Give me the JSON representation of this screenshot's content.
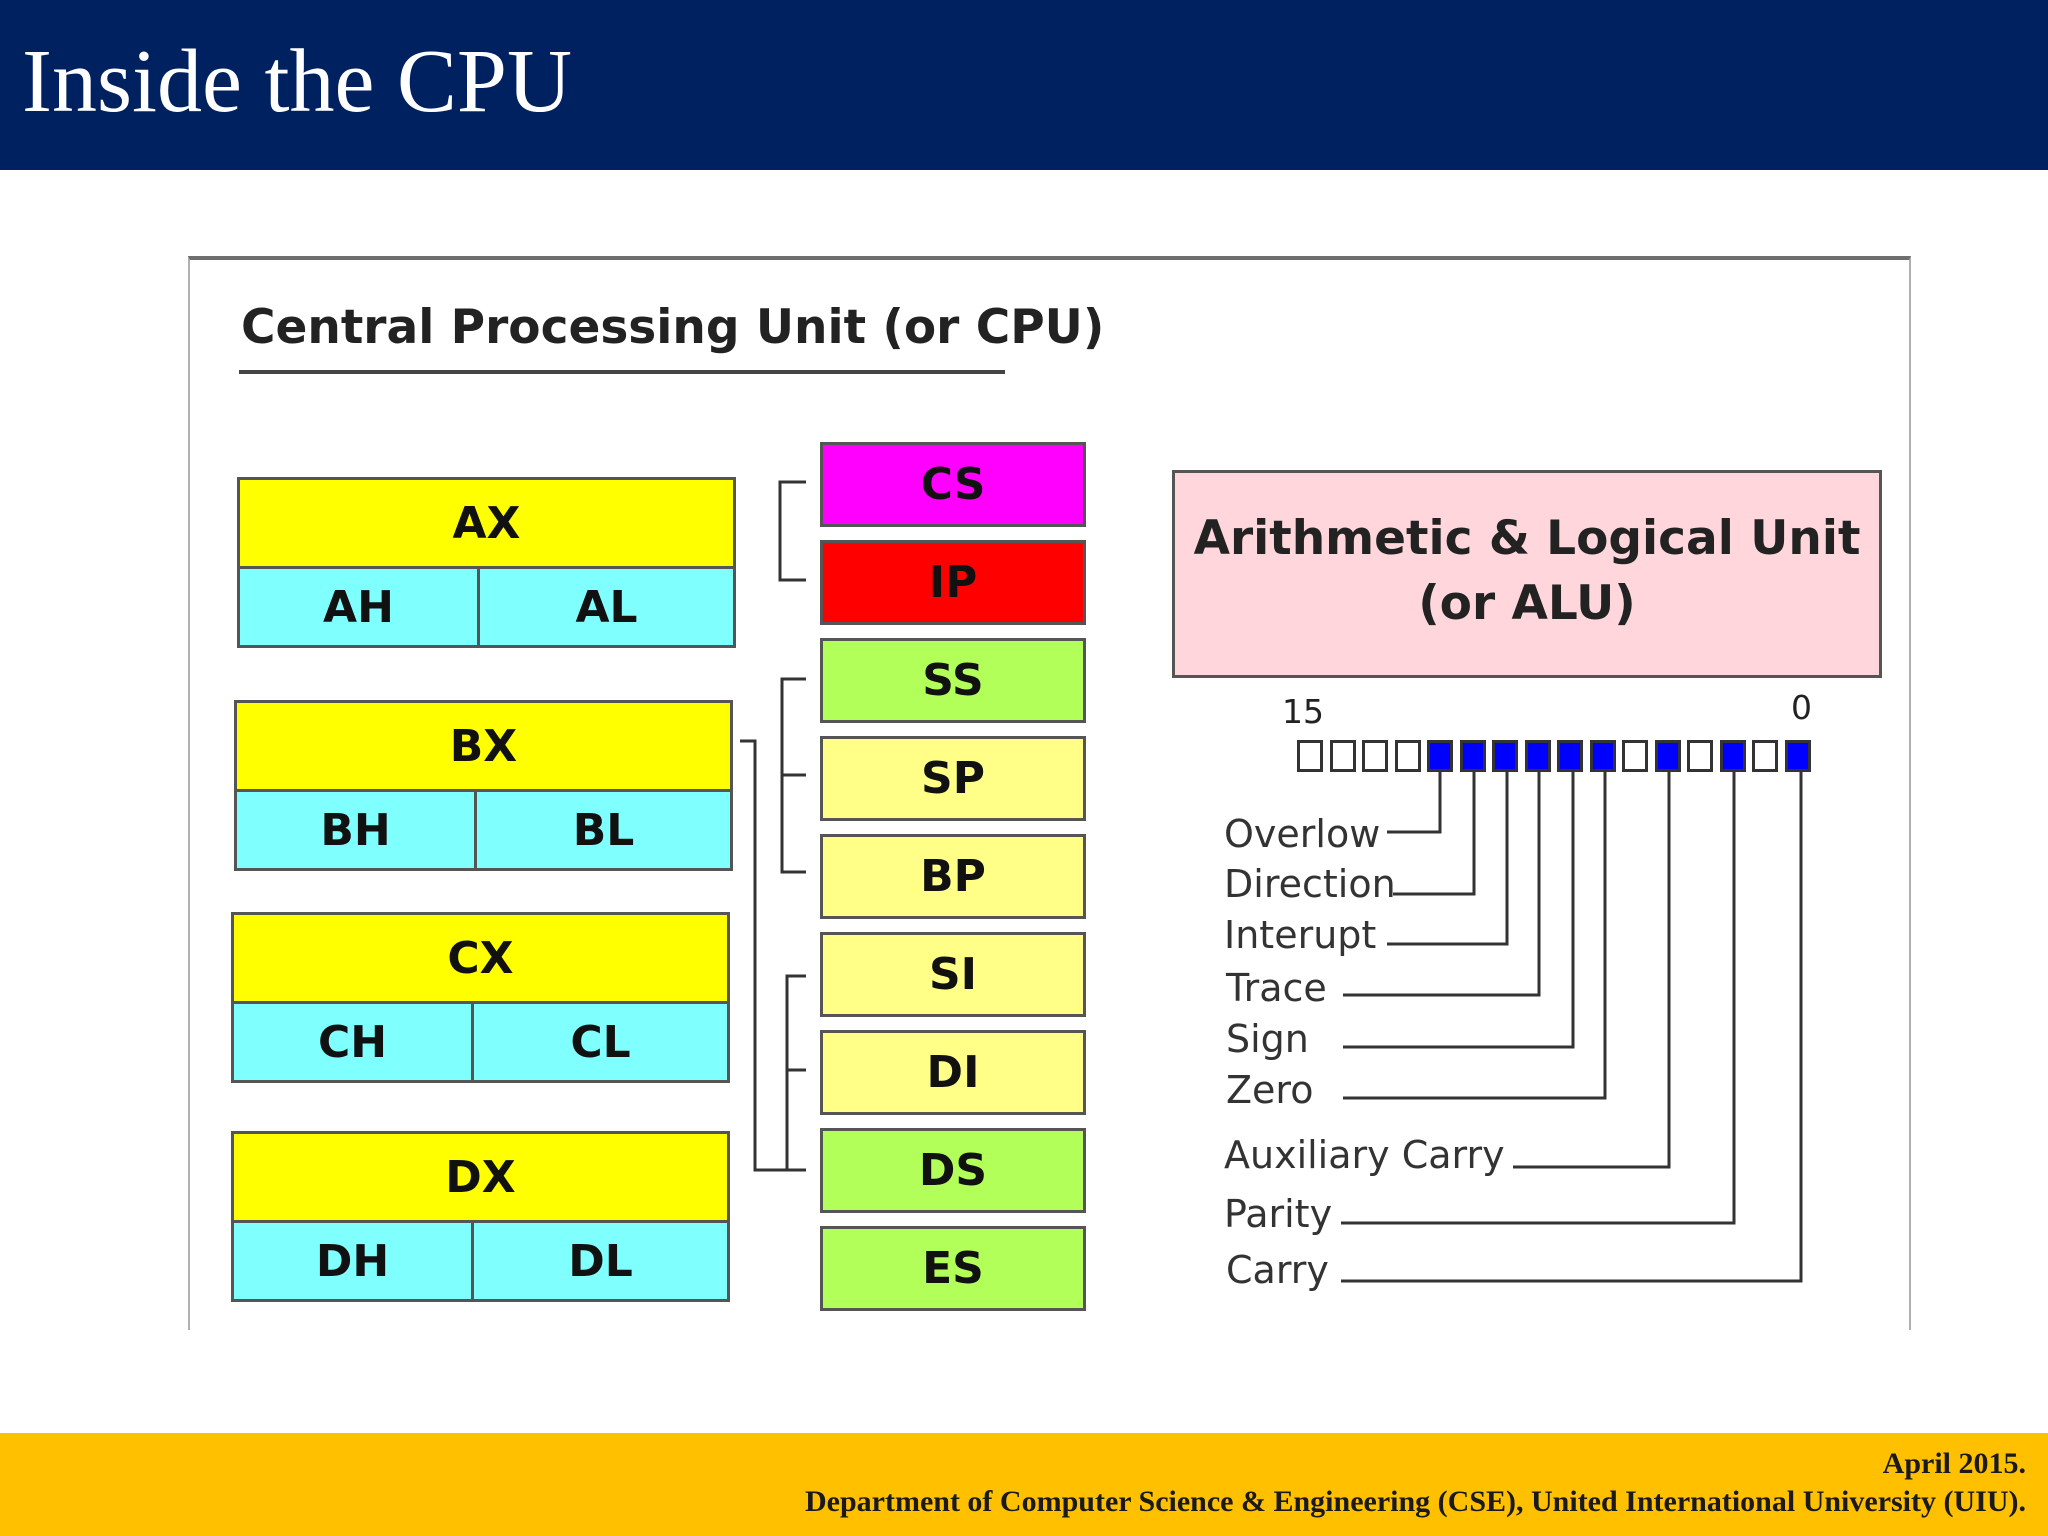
{
  "slide": {
    "title": "Inside the CPU",
    "footer_date": "April 2015.",
    "footer_department": "Department of Computer Science & Engineering (CSE), United International University (UIU)."
  },
  "diagram": {
    "title": "Central Processing Unit (or CPU)",
    "general_registers": [
      {
        "full": "AX",
        "high": "AH",
        "low": "AL"
      },
      {
        "full": "BX",
        "high": "BH",
        "low": "BL"
      },
      {
        "full": "CX",
        "high": "CH",
        "low": "CL"
      },
      {
        "full": "DX",
        "high": "DH",
        "low": "DL"
      }
    ],
    "segment_pointer_registers": [
      "CS",
      "IP",
      "SS",
      "SP",
      "BP",
      "SI",
      "DI",
      "DS",
      "ES"
    ],
    "alu": {
      "line1": "Arithmetic & Logical Unit",
      "line2": "(or ALU)"
    },
    "flags_register": {
      "bit_high_label": "15",
      "bit_low_label": "0",
      "bits_set": [
        0,
        0,
        0,
        0,
        1,
        1,
        1,
        1,
        1,
        1,
        0,
        1,
        0,
        1,
        0,
        1
      ]
    },
    "flags": [
      "Overlow",
      "Direction",
      "Interupt",
      "Trace",
      "Sign",
      "Zero",
      "Auxiliary Carry",
      "Parity",
      "Carry"
    ],
    "colors": {
      "header": "#00215f",
      "footer": "#ffc000",
      "full_register": "#ffff00",
      "half_register": "#80ffff",
      "cs": "#ff00ff",
      "ip": "#ff0000",
      "segment_green": "#b3ff5a",
      "pointer_yellow": "#ffff88",
      "alu": "#ffd6dc",
      "flag_set": "#0000ff"
    }
  }
}
